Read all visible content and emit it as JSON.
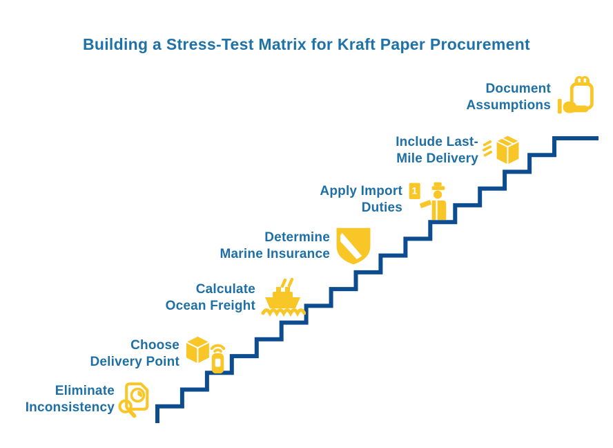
{
  "title": "Building a Stress-Test Matrix for Kraft Paper Procurement",
  "colors": {
    "title": "#1E72A8",
    "label": "#1E6FA6",
    "stairs": "#0D4C8F",
    "icon": "#F9C628"
  },
  "staircase": {
    "step_count": 17,
    "direction": "ascending-right"
  },
  "steps": [
    {
      "lines": [
        "Eliminate",
        "Inconsistency"
      ],
      "icon": "audit-document-magnifier-icon"
    },
    {
      "lines": [
        "Choose",
        "Delivery Point"
      ],
      "icon": "package-tracker-icon"
    },
    {
      "lines": [
        "Calculate",
        "Ocean Freight"
      ],
      "icon": "cargo-ship-icon"
    },
    {
      "lines": [
        "Determine",
        "Marine Insurance"
      ],
      "icon": "marine-insurance-shield-icon"
    },
    {
      "lines": [
        "Apply Import",
        "Duties"
      ],
      "icon": "customs-officer-icon",
      "badge": "1"
    },
    {
      "lines": [
        "Include Last-",
        "Mile Delivery"
      ],
      "icon": "fast-delivery-box-icon"
    },
    {
      "lines": [
        "Document",
        "Assumptions"
      ],
      "icon": "hand-notepad-icon"
    }
  ]
}
